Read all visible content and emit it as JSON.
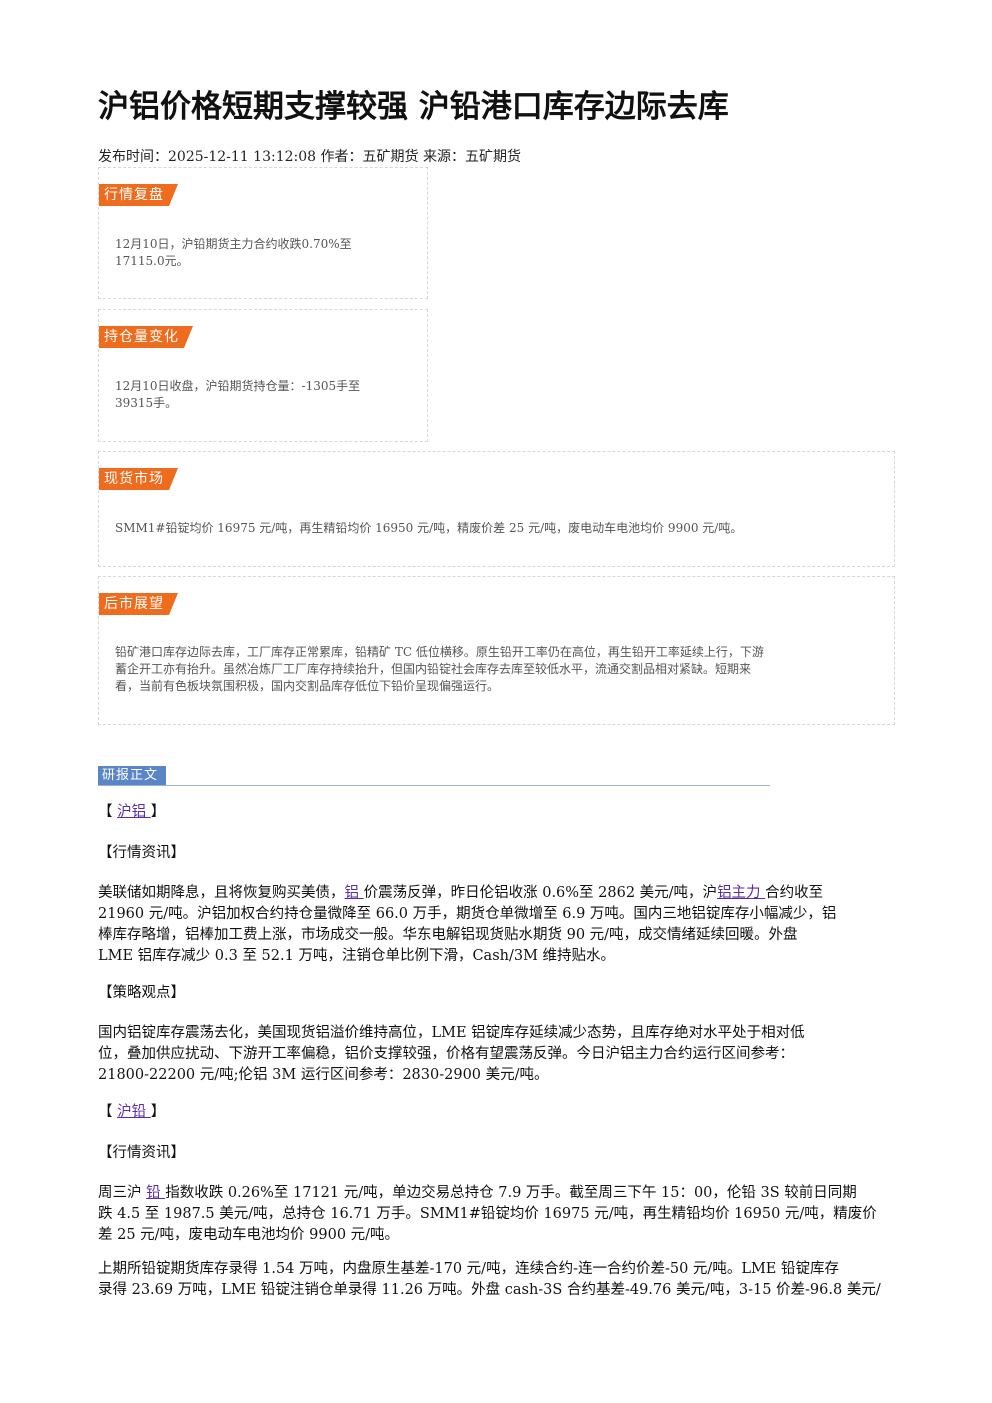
{
  "title": "沪铝价格短期支撑较强 沪铅港口库存边际去库",
  "meta": "发布时间：2025-12-11 13:12:08 作者：五矿期货 来源：五矿期货",
  "sections": [
    {
      "tag": "行情复盘",
      "lines": [
        "12月10日，沪铅期货主力合约收跌0.70%至",
        "17115.0元。"
      ]
    },
    {
      "tag": "持仓量变化",
      "lines": [
        "12月10日收盘，沪铅期货持仓量：-1305手至",
        "39315手。"
      ]
    },
    {
      "tag": "现货市场",
      "lines": [
        "SMM1#铅锭均价 16975 元/吨，再生精铅均价 16950 元/吨，精废价差 25 元/吨，废电动车电池均价 9900 元/吨。"
      ]
    },
    {
      "tag": "后市展望",
      "lines": [
        "铅矿港口库存边际去库，工厂库存正常累库，铅精矿 TC 低位横移。原生铅开工率仍在高位，再生铅开工率延续上行，下游",
        "蓄企开工亦有抬升。虽然冶炼厂工厂库存持续抬升，但国内铅锭社会库存去库至较低水平，流通交割品相对紧缺。短期来",
        "看，当前有色板块氛围积极，国内交割品库存低位下铅价呈现偏强运行。"
      ]
    }
  ],
  "report": {
    "tag": "研报正文",
    "al_header_open": "【 ",
    "al_link": "沪铝 ",
    "al_header_close": "】",
    "al_news_header": "【行情资讯】",
    "al_news": {
      "l1a": "美联储如期降息，且将恢复购买美债，",
      "l1link": "铝 ",
      "l1b": "价震荡反弹，昨日伦铝收涨 0.6%至 2862 美元/吨，沪",
      "l1link2": "铝主力 ",
      "l1c": "合约收至",
      "l2": "21960 元/吨。沪铝加权合约持仓量微降至 66.0 万手，期货仓单微增至 6.9 万吨。国内三地铝锭库存小幅减少，铝",
      "l3": "棒库存略增，铝棒加工费上涨，市场成交一般。华东电解铝现货贴水期货 90 元/吨，成交情绪延续回暖。外盘",
      "l4": "LME 铝库存减少 0.3 至 52.1 万吨，注销仓单比例下滑，Cash/3M 维持贴水。"
    },
    "al_strategy_header": "【策略观点】",
    "al_strategy": [
      "国内铝锭库存震荡去化，美国现货铝溢价维持高位，LME 铝锭库存延续减少态势，且库存绝对水平处于相对低",
      "位，叠加供应扰动、下游开工率偏稳，铝价支撑较强，价格有望震荡反弹。今日沪铝主力合约运行区间参考：",
      "21800-22200 元/吨;伦铝 3M 运行区间参考：2830-2900 美元/吨。"
    ],
    "pb_header_open": "【 ",
    "pb_link": "沪铅 ",
    "pb_header_close": "】",
    "pb_news_header": "【行情资讯】",
    "pb_news": {
      "l1a": "周三沪 ",
      "l1link": "铅 ",
      "l1b": "指数收跌 0.26%至 17121 元/吨，单边交易总持仓 7.9 万手。截至周三下午 15：00，伦铅 3S 较前日同期",
      "l2": "跌 4.5 至 1987.5 美元/吨，总持仓 16.71 万手。SMM1#铅锭均价 16975 元/吨，再生精铅均价 16950 元/吨，精废价",
      "l3": "差 25 元/吨，废电动车电池均价 9900 元/吨。"
    },
    "pb_stock": [
      "上期所铅锭期货库存录得 1.54 万吨，内盘原生基差-170 元/吨，连续合约-连一合约价差-50 元/吨。LME 铅锭库存",
      "录得 23.69 万吨，LME 铅锭注销仓单录得 11.26 万吨。外盘 cash-3S 合约基差-49.76 美元/吨，3-15 价差-96.8 美元/"
    ]
  }
}
